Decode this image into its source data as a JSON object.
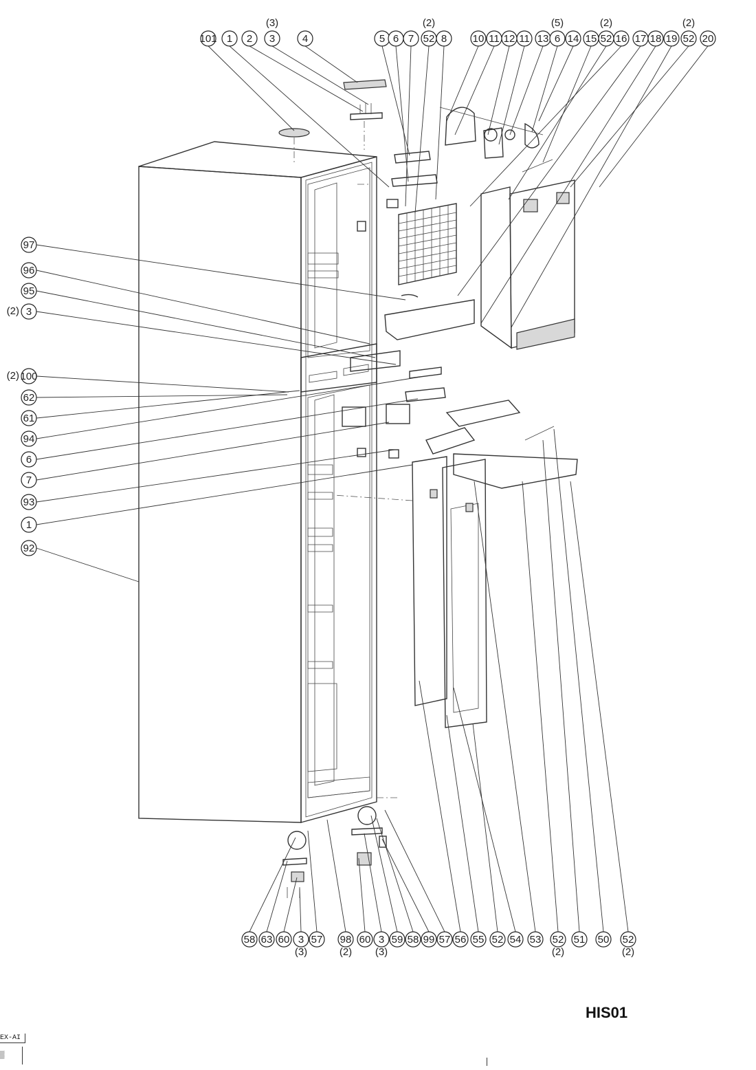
{
  "diagram": {
    "model_code": "HIS01",
    "corner_code": "EX-AI",
    "top_callouts": [
      {
        "label": "101"
      },
      {
        "label": "1"
      },
      {
        "label": "2"
      },
      {
        "label": "3",
        "qty": "(3)"
      },
      {
        "label": "4"
      },
      {
        "label": "5"
      },
      {
        "label": "6"
      },
      {
        "label": "7"
      },
      {
        "label": "52",
        "qty": "(2)"
      },
      {
        "label": "8"
      },
      {
        "label": "10"
      },
      {
        "label": "11"
      },
      {
        "label": "12"
      },
      {
        "label": "11"
      },
      {
        "label": "13"
      },
      {
        "label": "6",
        "qty": "(5)"
      },
      {
        "label": "14"
      },
      {
        "label": "15"
      },
      {
        "label": "52",
        "qty": "(2)"
      },
      {
        "label": "16"
      },
      {
        "label": "17"
      },
      {
        "label": "18"
      },
      {
        "label": "19"
      },
      {
        "label": "52",
        "qty": "(2)"
      },
      {
        "label": "20"
      }
    ],
    "left_callouts": [
      {
        "label": "97"
      },
      {
        "label": "96"
      },
      {
        "label": "95"
      },
      {
        "label": "3",
        "qty": "(2)"
      },
      {
        "label": "100",
        "qty": "(2)"
      },
      {
        "label": "62"
      },
      {
        "label": "61"
      },
      {
        "label": "94"
      },
      {
        "label": "6"
      },
      {
        "label": "7"
      },
      {
        "label": "93"
      },
      {
        "label": "1"
      },
      {
        "label": "92"
      }
    ],
    "bottom_callouts": [
      {
        "label": "58"
      },
      {
        "label": "63"
      },
      {
        "label": "60"
      },
      {
        "label": "3",
        "qty": "(3)"
      },
      {
        "label": "57"
      },
      {
        "label": "98",
        "qty": "(2)"
      },
      {
        "label": "60"
      },
      {
        "label": "3",
        "qty": "(3)"
      },
      {
        "label": "59"
      },
      {
        "label": "58"
      },
      {
        "label": "99"
      },
      {
        "label": "57"
      },
      {
        "label": "56"
      },
      {
        "label": "55"
      },
      {
        "label": "52"
      },
      {
        "label": "54"
      },
      {
        "label": "53"
      },
      {
        "label": "52",
        "qty": "(2)"
      },
      {
        "label": "51"
      },
      {
        "label": "50"
      },
      {
        "label": "52",
        "qty": "(2)"
      }
    ]
  }
}
